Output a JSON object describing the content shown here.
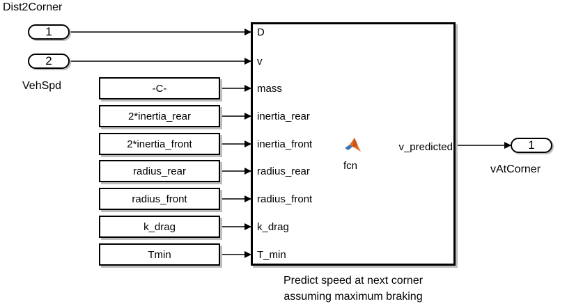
{
  "inports": [
    {
      "number": "1",
      "name": "Dist2Corner"
    },
    {
      "number": "2",
      "name": "VehSpd"
    }
  ],
  "constants": [
    "-C-",
    "2*inertia_rear",
    "2*inertia_front",
    "radius_rear",
    "radius_front",
    "k_drag",
    "Tmin"
  ],
  "function_block": {
    "name": "fcn",
    "icon": "matlab-logo-icon",
    "inputs": [
      "D",
      "v",
      "mass",
      "inertia_rear",
      "inertia_front",
      "radius_rear",
      "radius_front",
      "k_drag",
      "T_min"
    ],
    "output": "v_predicted",
    "caption_line1": "Predict speed at next corner",
    "caption_line2": "assuming maximum braking"
  },
  "outport": {
    "number": "1",
    "name": "vAtCorner"
  },
  "colors": {
    "line": "#000000",
    "shadow": "#bdbdbd",
    "matlab_orange": "#e16b25",
    "matlab_blue": "#3a74b5"
  }
}
